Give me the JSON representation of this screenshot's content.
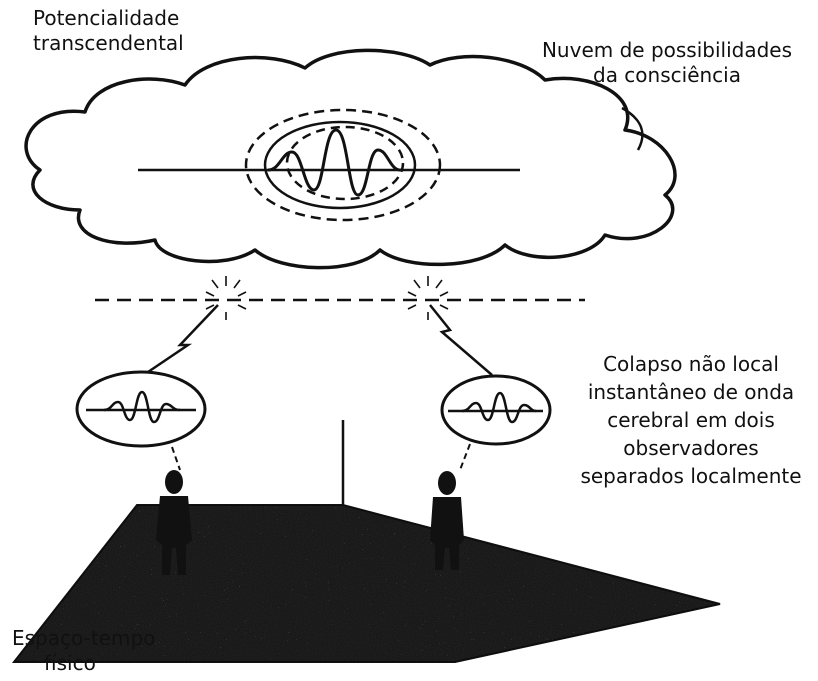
{
  "labels": {
    "transcendent": [
      "Potencialidade",
      "transcendental"
    ],
    "cloud": [
      "Nuvem de possibilidades",
      "da consciência"
    ],
    "collapse": [
      "Colapso não local",
      "instantâneo de onda",
      "cerebral em dois",
      "observadores",
      "separados localmente"
    ],
    "spacetime": [
      "Espaço-tempo",
      "físico"
    ]
  },
  "colors": {
    "ink": "#111111",
    "background": "#ffffff",
    "floor": "#1a1a1a"
  }
}
